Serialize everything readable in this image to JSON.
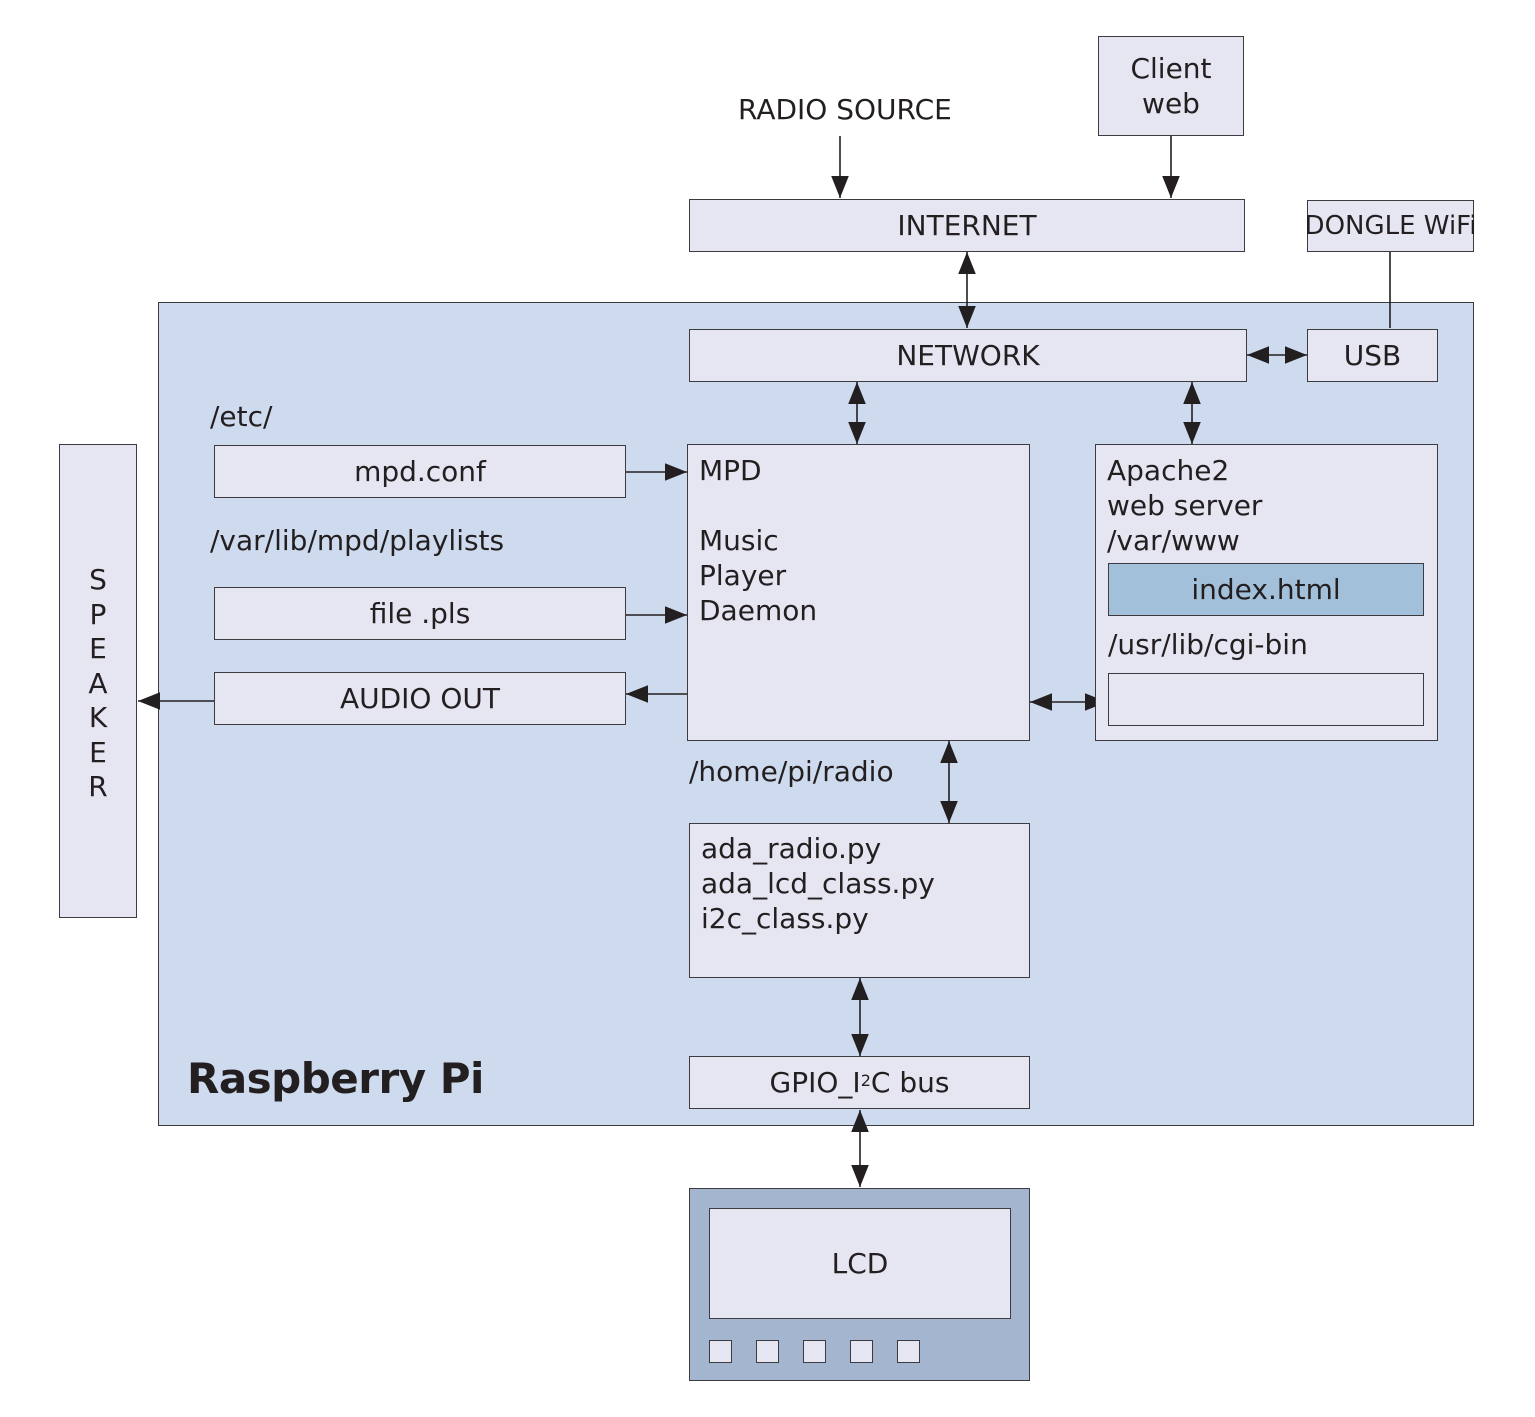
{
  "colors": {
    "pi_background": "#cedbef",
    "box_fill": "#e6e5f2",
    "index_fill": "#a2c0da",
    "lcd_body": "#a4b5d0",
    "stroke": "#3d3b40"
  },
  "external": {
    "radio_source": "RADIO SOURCE",
    "client_web": [
      "Client",
      "web"
    ],
    "internet": "INTERNET",
    "dongle_wifi": "DONGLE WiFi"
  },
  "pi": {
    "title": "Raspberry Pi",
    "network": "NETWORK",
    "usb": "USB",
    "etc_path": "/etc/",
    "mpd_conf": "mpd.conf",
    "playlists_path": "/var/lib/mpd/playlists",
    "file_pls": "file .pls",
    "audio_out": "AUDIO OUT",
    "mpd_lines": [
      "MPD",
      "",
      "Music",
      "Player",
      "Daemon"
    ],
    "apache_lines": [
      "Apache2",
      "web server",
      "/var/www"
    ],
    "index_html": "index.html",
    "cgi_path": "/usr/lib/cgi-bin",
    "home_path": "/home/pi/radio",
    "scripts": [
      "ada_radio.py",
      "ada_lcd_class.py",
      "i2c_class.py"
    ],
    "gpio_prefix": "GPIO_I",
    "gpio_sup": "2",
    "gpio_suffix": "C bus"
  },
  "speaker": "SPEAKER",
  "lcd": {
    "label": "LCD",
    "button_count": 5
  }
}
